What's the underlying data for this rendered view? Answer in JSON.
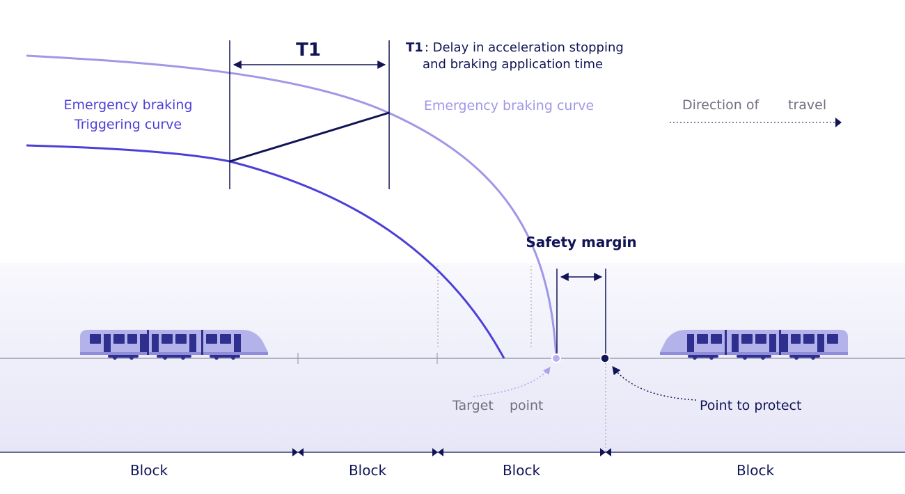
{
  "colors": {
    "navy": "#101456",
    "trigger_curve": "#4c3fd8",
    "braking_curve": "#9f97e8",
    "gray_text": "#6f6f80",
    "track": "#8c8ca8",
    "band_top": "#f7f7fd",
    "band_bottom": "#e9e9f8",
    "train_body": "#b4b2ea",
    "train_dark": "#2e2f8f"
  },
  "labels": {
    "t1": "T1",
    "t1_note_key": "T1",
    "t1_note_line1": ": Delay in acceleration stopping",
    "t1_note_line2": "and braking application time",
    "trigger_curve_line1": "Emergency braking",
    "trigger_curve_line2": "Triggering curve",
    "braking_curve": "Emergency braking curve",
    "direction_part1": "Direction of",
    "direction_part2": "travel",
    "safety_margin": "Safety margin",
    "target_point_part1": "Target",
    "target_point_part2": "point",
    "point_to_protect": "Point to protect",
    "blocks": [
      "Block",
      "Block",
      "Block",
      "Block"
    ]
  },
  "icons": {
    "left_train": "train-icon",
    "right_train": "train-icon",
    "direction_arrow": "arrow-right-icon",
    "target_point": "point-marker-icon",
    "protect_point": "point-marker-icon"
  }
}
